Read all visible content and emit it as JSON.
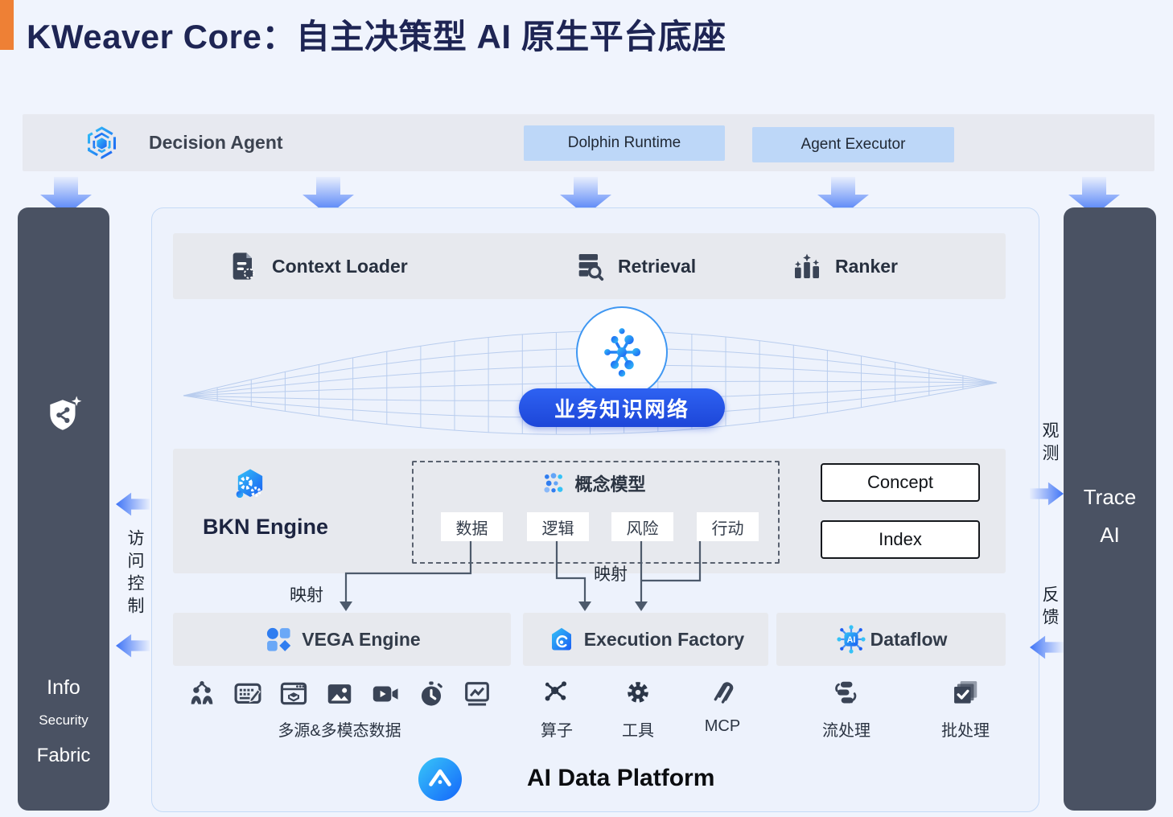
{
  "title": "KWeaver Core：自主决策型 AI 原生平台底座",
  "agent_bar": {
    "label": "Decision Agent",
    "runtime_button": "Dolphin Runtime",
    "executor_button": "Agent Executor"
  },
  "columns": {
    "left": {
      "line1": "Info",
      "line2": "Security",
      "line3": "Fabric"
    },
    "right": {
      "line1": "Trace",
      "line2": "AI"
    }
  },
  "annotations": {
    "access_control": "访问控制",
    "observe": "观测",
    "feedback": "反馈",
    "mapping": "映射"
  },
  "top_row": {
    "item1": "Context Loader",
    "item2": "Retrieval",
    "item3": "Ranker"
  },
  "knowledge_network": {
    "badge": "业务知识网络"
  },
  "bkn": {
    "title": "BKN Engine",
    "concept_model_title": "概念模型",
    "chips": [
      "数据",
      "逻辑",
      "风险",
      "行动"
    ],
    "box1": "Concept",
    "box2": "Index"
  },
  "engine_row": {
    "item1": "VEGA Engine",
    "item2": "Execution Factory",
    "item3": "Dataflow"
  },
  "resources": {
    "multimodal_label": "多源&多模态数据",
    "operator": "算子",
    "tool": "工具",
    "mcp": "MCP",
    "stream": "流处理",
    "batch": "批处理"
  },
  "footer": {
    "label": "AI Data Platform"
  },
  "colors": {
    "accent_orange": "#ee8035",
    "title_navy": "#1e2554",
    "panel_gray": "#e7e9ee",
    "column_slate": "#4a5263",
    "badge_blue": "#2356ea",
    "arrow_blue": "#3f74f6",
    "button_blue": "#bdd7f8",
    "icon_dark": "#3a4456",
    "mesh_blue": "#b9cdee"
  }
}
